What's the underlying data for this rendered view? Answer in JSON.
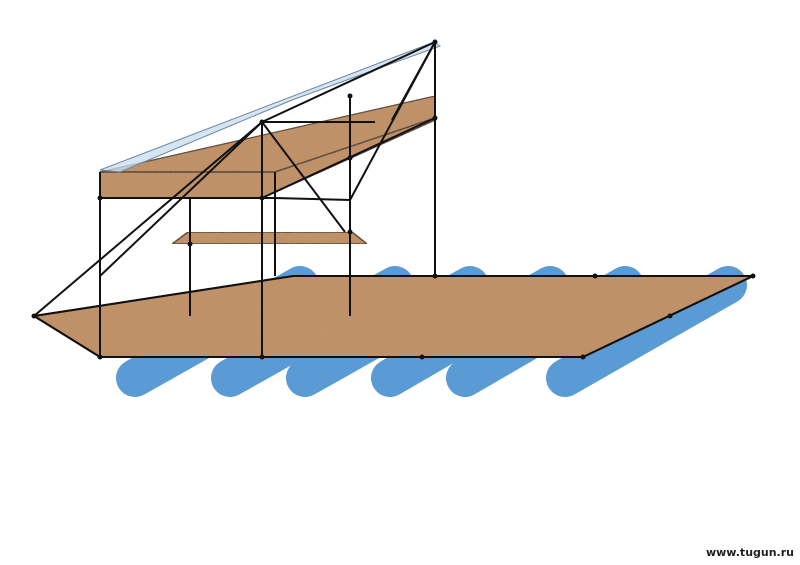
{
  "watermark": "www.tugun.ru",
  "colors": {
    "deck": "#c49063",
    "deck_speck": "#9a6a44",
    "float": "#5b9bd5",
    "float_edge": "#4a86c0",
    "frame": "#111111",
    "awning": "#c8dcef"
  },
  "icons": [
    "raft-diagram",
    "pontoon-float",
    "deck-platform",
    "roof-platform",
    "awning-canopy",
    "mid-shelf",
    "frame-post",
    "diagonal-brace"
  ]
}
